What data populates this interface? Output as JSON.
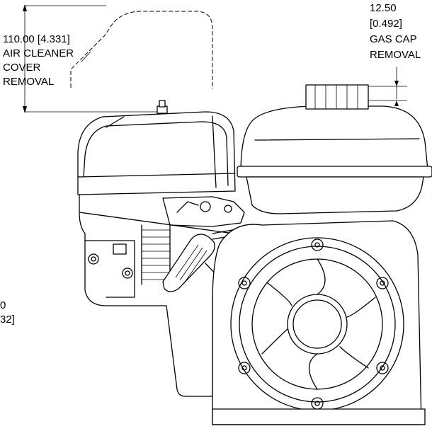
{
  "dimensions": {
    "air_cleaner": {
      "value": "110.00 [4.331]",
      "line1": "AIR CLEANER",
      "line2": "COVER",
      "line3": "REMOVAL"
    },
    "gas_cap": {
      "value_mm": "12.50",
      "value_in": "[0.492]",
      "line1": "GAS CAP",
      "line2": "REMOVAL"
    },
    "left_partial": {
      "line1": "0",
      "line2": "32]"
    }
  }
}
